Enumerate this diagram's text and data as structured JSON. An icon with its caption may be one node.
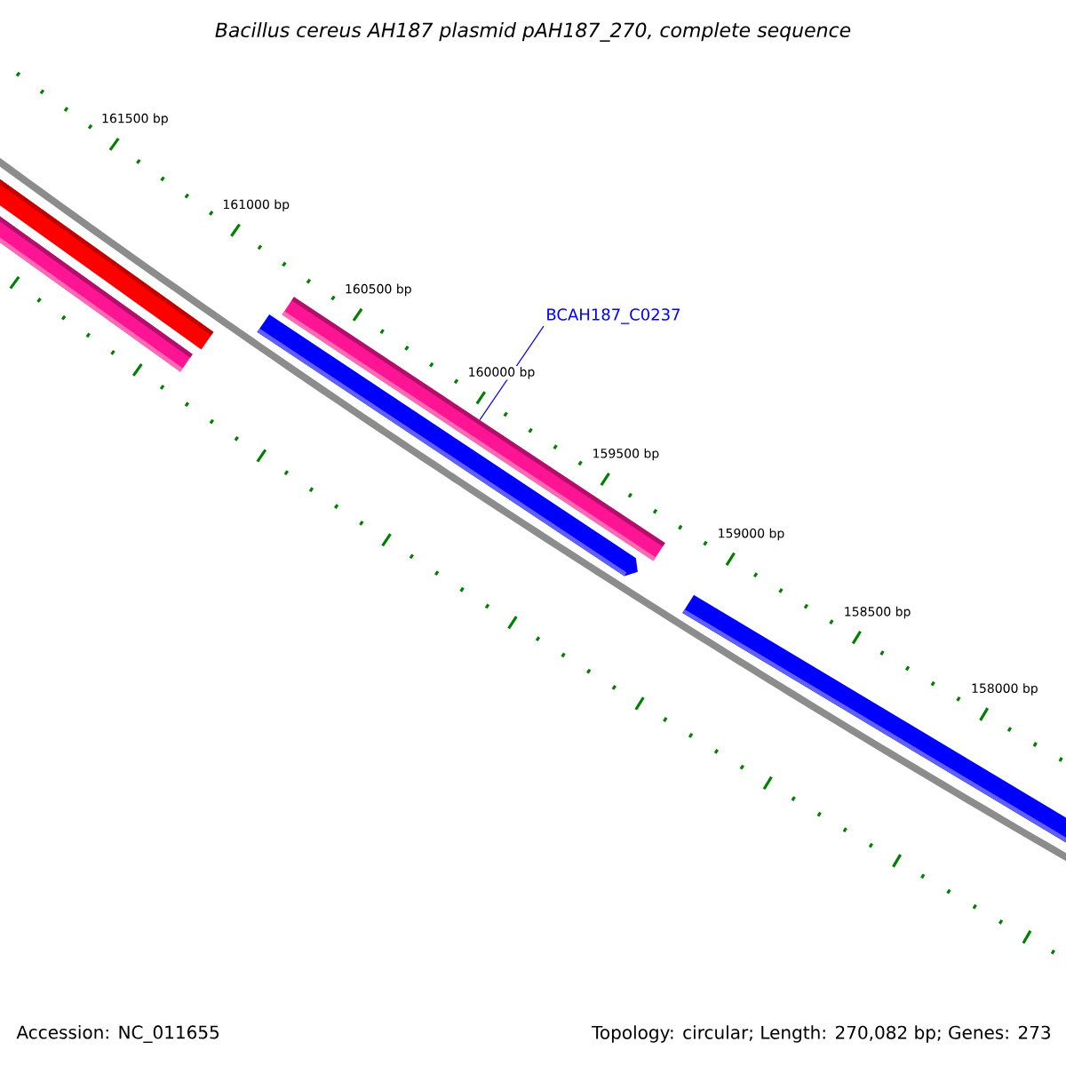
{
  "diagram": {
    "title": "Bacillus cereus AH187 plasmid pAH187_270, complete sequence",
    "nodes": [
      {
        "text": [
          "BCAH187_C0237"
        ]
      },
      {
        "text": [],
        "shape": "bar"
      }
    ],
    "edges": [
      {
        "from": 0,
        "to": 1,
        "arrow": "none"
      }
    ],
    "labels": [
      "161500 bp",
      "161000 bp",
      "160500 bp",
      "160000 bp",
      "159500 bp",
      "159000 bp",
      "158500 bp",
      "158000 bp",
      "Accession: NC_011655",
      "Topology: circular; Length: 270,082 bp; Genes: 273"
    ]
  }
}
